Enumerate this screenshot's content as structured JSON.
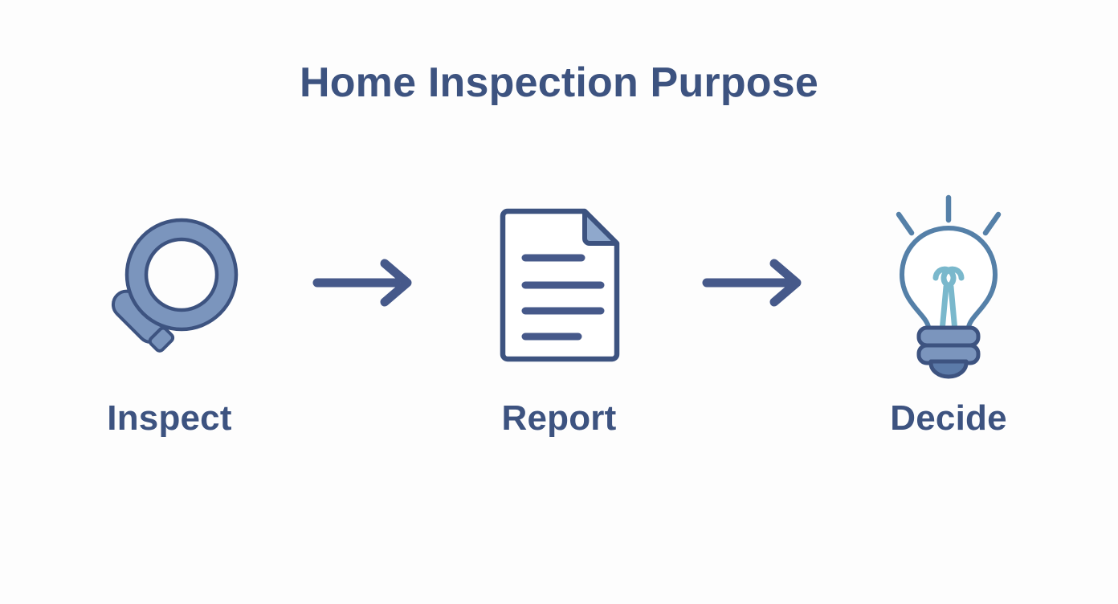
{
  "page": {
    "title": "Home Inspection Purpose",
    "background_color": "#fdfdfd",
    "primary_color": "#3d5380",
    "icon_outline_color": "#3d5380",
    "icon_fill_color": "#7b95bd",
    "icon_accent_light": "#8fa8cc",
    "filament_color": "#7ab8cc",
    "bulb_outline_color": "#5580a8"
  },
  "steps": [
    {
      "id": "inspect",
      "label": "Inspect",
      "icon": "magnifying-glass-icon"
    },
    {
      "id": "report",
      "label": "Report",
      "icon": "document-icon"
    },
    {
      "id": "decide",
      "label": "Decide",
      "icon": "lightbulb-icon"
    }
  ],
  "connectors": [
    {
      "id": "arrow-1",
      "icon": "arrow-right-icon"
    },
    {
      "id": "arrow-2",
      "icon": "arrow-right-icon"
    }
  ]
}
